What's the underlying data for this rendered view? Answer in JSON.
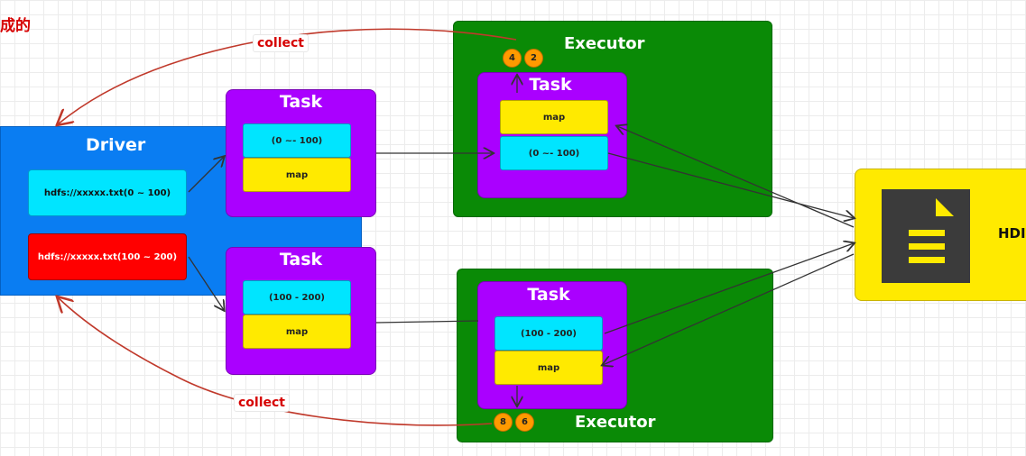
{
  "corner_title": "成的",
  "driver": {
    "title": "Driver",
    "file_1": "hdfs://xxxxx.txt(0 ~ 100)",
    "file_2": "hdfs://xxxxx.txt(100 ~ 200)"
  },
  "task_1": {
    "title": "Task",
    "range": "(0 ~- 100)",
    "op": "map"
  },
  "task_2": {
    "title": "Task",
    "range": "(100 - 200)",
    "op": "map"
  },
  "executor_1": {
    "title": "Executor",
    "task_title": "Task",
    "op": "map",
    "range": "(0 ~- 100)",
    "badges": [
      "4",
      "2"
    ]
  },
  "executor_2": {
    "title": "Executor",
    "task_title": "Task",
    "range": "(100 - 200)",
    "op": "map",
    "badges": [
      "8",
      "6"
    ]
  },
  "hdfs": {
    "label": "HDI",
    "icon": "document-icon"
  },
  "collect_top": "collect",
  "collect_bottom": "collect",
  "colors": {
    "driver": "#0a7df2",
    "task": "#aa00ff",
    "executor": "#0a8a06",
    "cyan": "#00e5ff",
    "yellow": "#ffea00",
    "red": "#ff0000",
    "badge": "#ff9a00",
    "collect_line": "#c0392b"
  }
}
